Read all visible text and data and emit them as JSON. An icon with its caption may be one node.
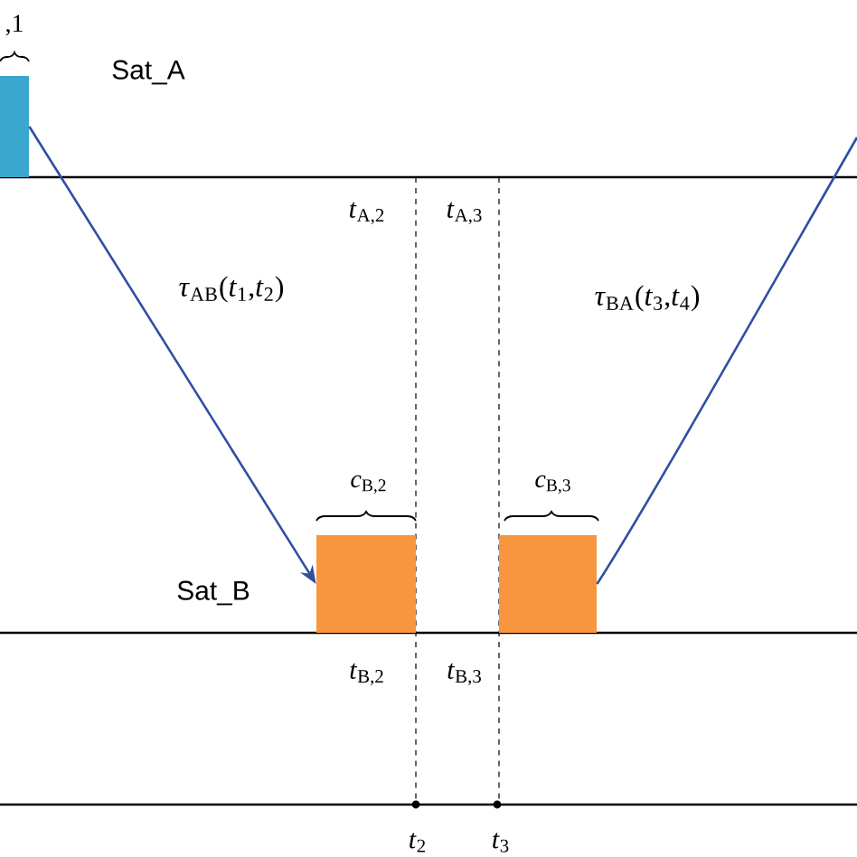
{
  "diagram": {
    "nodes": [
      {
        "text": [],
        "shape": "bar",
        "beside": [
          ",1"
        ]
      },
      {
        "text": [],
        "shape": "bar",
        "beside": [
          "*c*$_{B,2}$"
        ]
      },
      {
        "text": [],
        "shape": "bar",
        "beside": [
          "*c*$_{B,3}$"
        ]
      }
    ],
    "edges": [
      {
        "from": 0,
        "to": 1,
        "arrow": "to",
        "label": "*τ*$_{AB}$(*t*$_{1}$,*t*$_{2}$)"
      },
      {
        "from": 2,
        "to": null,
        "arrow": "none",
        "label": "*τ*$_{BA}$(*t*$_{3}$,*t*$_{4}$)"
      }
    ],
    "labels": [
      "Sat_A",
      "*t*$_{A,2}$",
      "*t*$_{A,3}$",
      "Sat_B",
      "*t*$_{B,2}$",
      "*t*$_{B,3}$",
      "*t*$_{2}$",
      "*t*$_{3}$"
    ]
  }
}
